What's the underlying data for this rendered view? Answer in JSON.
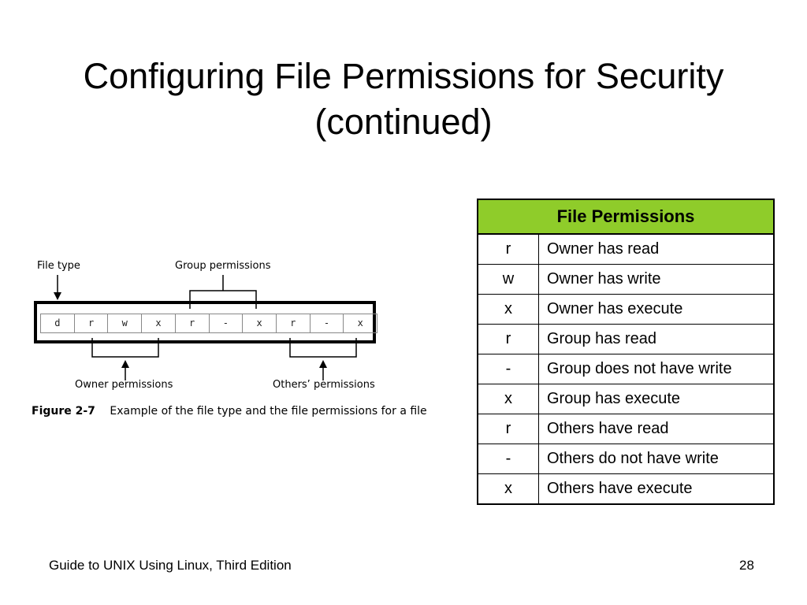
{
  "title": {
    "line1": "Configuring File Permissions for Security",
    "line2": "(continued)"
  },
  "figure": {
    "label_file_type": "File type",
    "label_group_permissions": "Group permissions",
    "label_owner_permissions": "Owner permissions",
    "label_others_permissions": "Others’ permissions",
    "cells": [
      "d",
      "r",
      "w",
      "x",
      "r",
      "-",
      "x",
      "r",
      "-",
      "x"
    ],
    "caption_number": "Figure 2-7",
    "caption_text": "Example of the file type and the file permissions for a file"
  },
  "table": {
    "header": "File Permissions",
    "rows": [
      {
        "symbol": "r",
        "description": "Owner has read"
      },
      {
        "symbol": "w",
        "description": "Owner has write"
      },
      {
        "symbol": "x",
        "description": "Owner has execute"
      },
      {
        "symbol": "r",
        "description": "Group has read"
      },
      {
        "symbol": "-",
        "description": "Group does not have write"
      },
      {
        "symbol": "x",
        "description": "Group has execute"
      },
      {
        "symbol": "r",
        "description": "Others have read"
      },
      {
        "symbol": "-",
        "description": "Others do not have write"
      },
      {
        "symbol": "x",
        "description": "Others have execute"
      }
    ],
    "header_color": "#8fcc2a"
  },
  "footer": {
    "book": "Guide to UNIX Using Linux, Third Edition",
    "page": "28"
  }
}
